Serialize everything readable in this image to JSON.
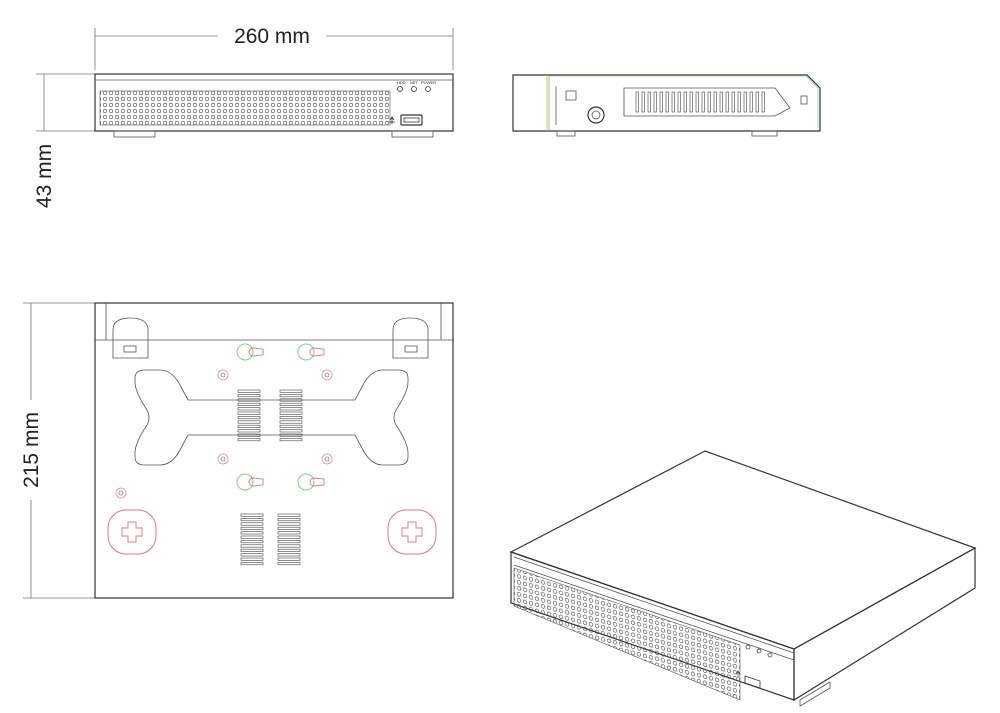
{
  "dimensions": {
    "width": "260 mm",
    "height": "43 mm",
    "depth": "215 mm"
  },
  "front_panel": {
    "led_labels": [
      "HDD",
      "NET",
      "POWER"
    ]
  },
  "icons": {
    "usb": "usb-icon"
  },
  "colors": {
    "outline": "#333333",
    "green_screw": "#7fd08a",
    "red_mount": "#e07a7a",
    "pink_screw": "#e9a0c0",
    "side_accent_yellow": "#d4c000",
    "side_accent_blue": "#7f7fe0"
  }
}
